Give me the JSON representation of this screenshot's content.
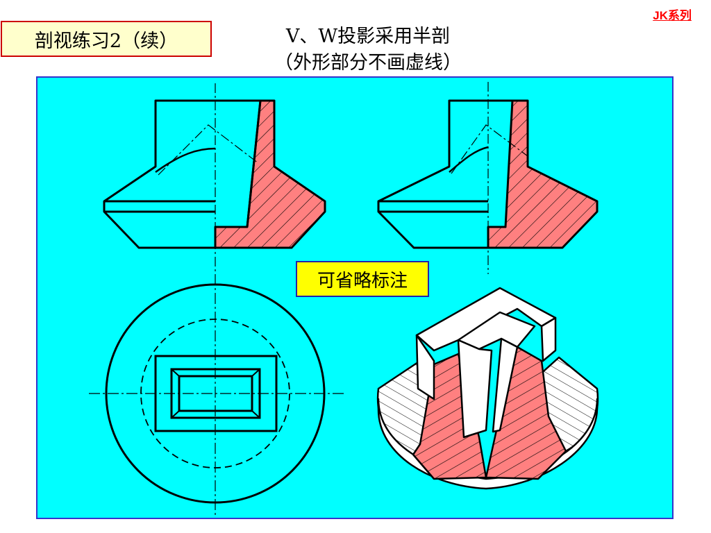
{
  "series_tag": "JK系列",
  "title": "剖视练习2（续）",
  "heading": {
    "line1": "V、W投影采用半剖",
    "line2": "（外形部分不画虚线）"
  },
  "note": "可省略标注",
  "colors": {
    "panel_bg": "#00ffff",
    "section_fill": "#ff8080",
    "title_border": "#cc0000",
    "title_bg": "#ffffcc",
    "note_bg": "#ffff00",
    "panel_border": "#3333cc"
  },
  "views": [
    "front-view-half-section",
    "side-view-half-section",
    "top-view",
    "isometric-cutaway"
  ]
}
